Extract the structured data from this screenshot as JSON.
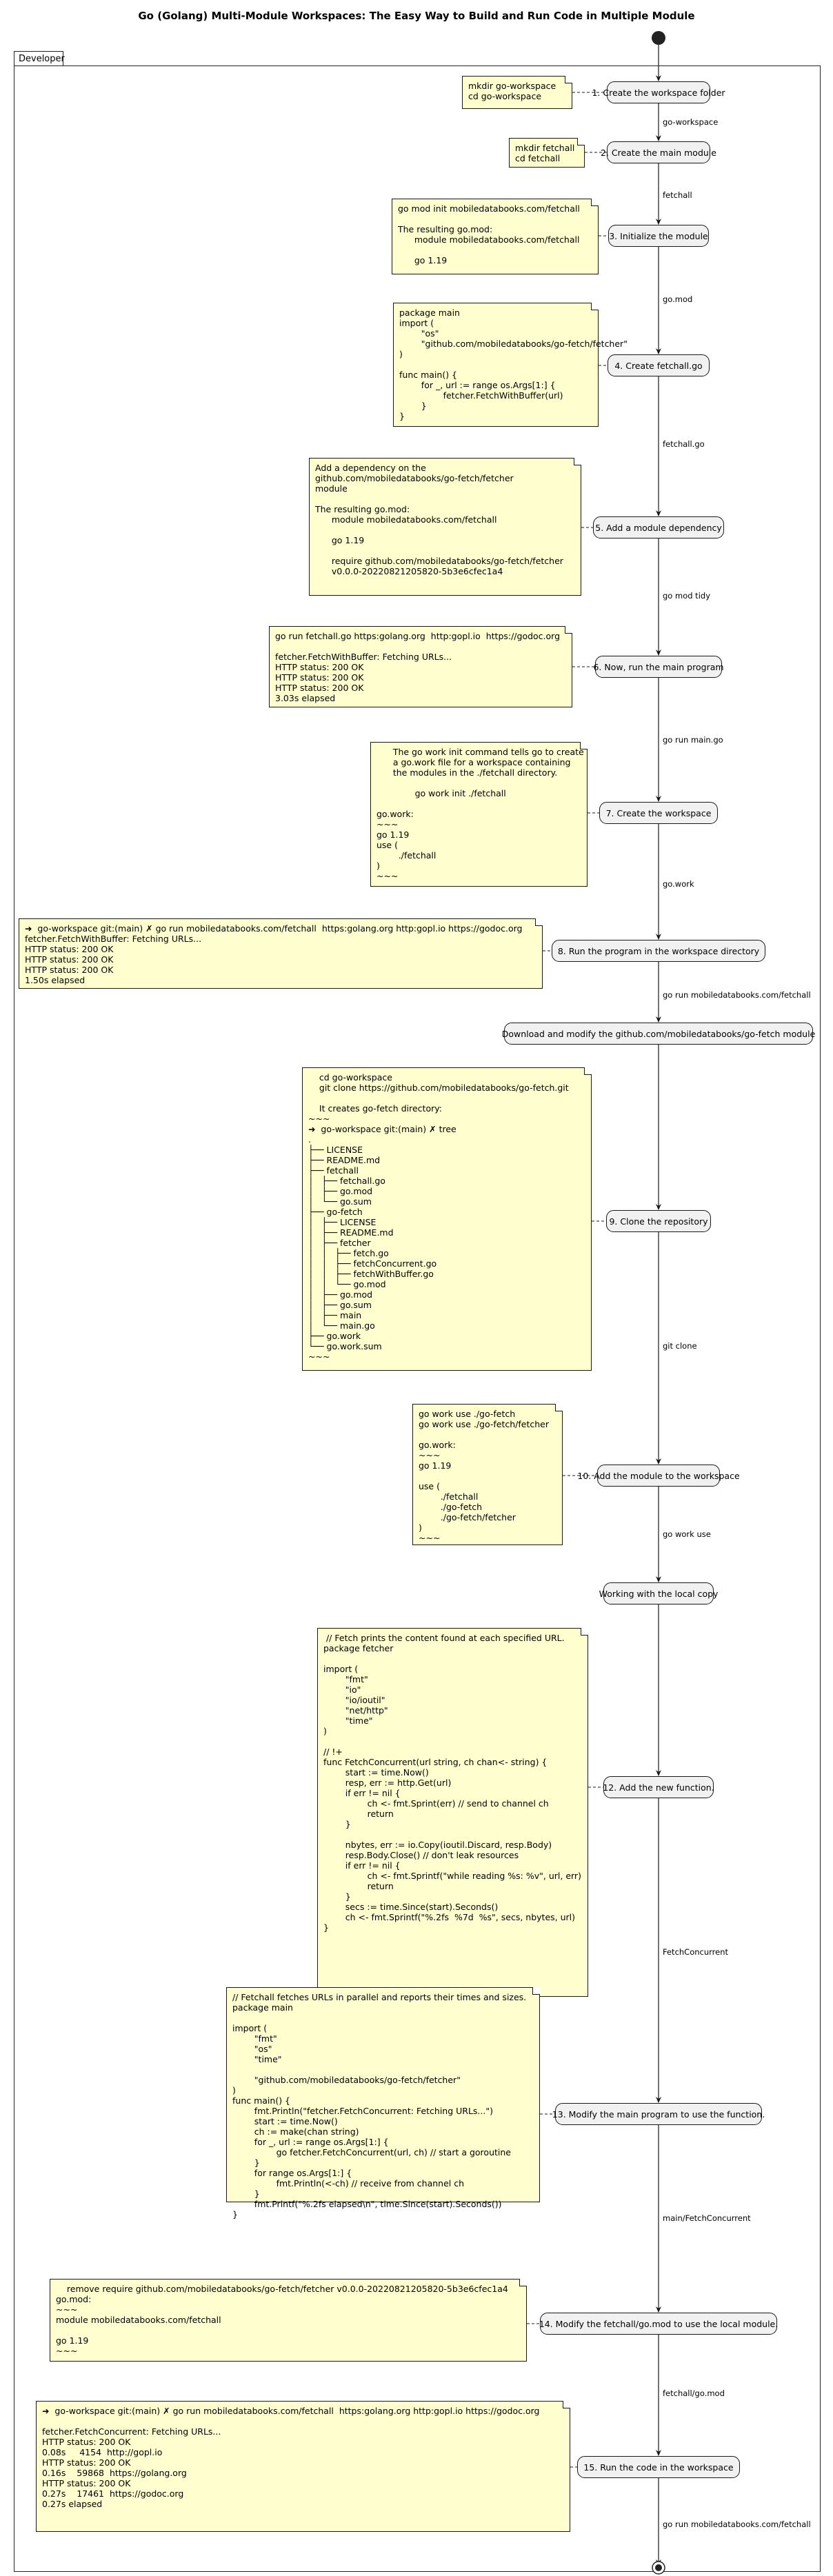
{
  "title": "Go (Golang) Multi-Module Workspaces: The Easy Way to Build and Run Code in Multiple Module",
  "lane": "Developer",
  "steps": [
    {
      "label": "1. Create the workspace folder",
      "note": "mkdir go-workspace\ncd go-workspace",
      "edge": "go-workspace"
    },
    {
      "label": "2. Create the main module",
      "note": "mkdir fetchall\ncd fetchall",
      "edge": "fetchall"
    },
    {
      "label": "3. Initialize the module",
      "note": "go mod init mobiledatabooks.com/fetchall\n\nThe resulting go.mod:\n      module mobiledatabooks.com/fetchall\n\n      go 1.19",
      "edge": "go.mod"
    },
    {
      "label": "4. Create fetchall.go",
      "note": "package main\nimport (\n        \"os\"\n        \"github.com/mobiledatabooks/go-fetch/fetcher\"\n)\n\nfunc main() {\n        for _, url := range os.Args[1:] {\n                fetcher.FetchWithBuffer(url)\n        }\n}",
      "edge": "fetchall.go"
    },
    {
      "label": "5. Add a module dependency",
      "note": "Add a dependency on the\ngithub.com/mobiledatabooks/go-fetch/fetcher\nmodule\n\nThe resulting go.mod:\n      module mobiledatabooks.com/fetchall\n\n      go 1.19\n\n      require github.com/mobiledatabooks/go-fetch/fetcher\n      v0.0.0-20220821205820-5b3e6cfec1a4",
      "edge": "go mod tidy"
    },
    {
      "label": "6. Now, run the main program",
      "note": "go run fetchall.go https:golang.org  http:gopl.io  https://godoc.org\n\nfetcher.FetchWithBuffer: Fetching URLs...\nHTTP status: 200 OK\nHTTP status: 200 OK\nHTTP status: 200 OK\n3.03s elapsed",
      "edge": "go run main.go"
    },
    {
      "label": "7. Create the workspace",
      "note": "      The go work init command tells go to create\n      a go.work file for a workspace containing\n      the modules in the ./fetchall directory.\n\n              go work init ./fetchall\n\ngo.work:\n~~~\ngo 1.19\nuse (\n        ./fetchall\n)\n~~~",
      "edge": "go.work"
    },
    {
      "label": "8. Run the program in the workspace directory",
      "note": "➜  go-workspace git:(main) ✗ go run mobiledatabooks.com/fetchall  https:golang.org http:gopl.io https://godoc.org\nfetcher.FetchWithBuffer: Fetching URLs...\nHTTP status: 200 OK\nHTTP status: 200 OK\nHTTP status: 200 OK\n1.50s elapsed",
      "edge": "go run mobiledatabooks.com/fetchall"
    },
    {
      "label": "Download and modify the github.com/mobiledatabooks/go-fetch module",
      "note": "",
      "edge": ""
    },
    {
      "label": "9. Clone the repository",
      "note": "    cd go-workspace\n    git clone https://github.com/mobiledatabooks/go-fetch.git\n\n    It creates go-fetch directory:\n~~~\n➜  go-workspace git:(main) ✗ tree\n.\n├── LICENSE\n├── README.md\n├── fetchall\n│   ├── fetchall.go\n│   ├── go.mod\n│   └── go.sum\n├── go-fetch\n│   ├── LICENSE\n│   ├── README.md\n│   ├── fetcher\n│   │   ├── fetch.go\n│   │   ├── fetchConcurrent.go\n│   │   ├── fetchWithBuffer.go\n│   │   └── go.mod\n│   ├── go.mod\n│   ├── go.sum\n│   ├── main\n│   └── main.go\n├── go.work\n└── go.work.sum\n~~~",
      "edge": "git clone"
    },
    {
      "label": "10. Add the module to the workspace",
      "note": "go work use ./go-fetch\ngo work use ./go-fetch/fetcher\n\ngo.work:\n~~~\ngo 1.19\n\nuse (\n        ./fetchall\n        ./go-fetch\n        ./go-fetch/fetcher\n)\n~~~",
      "edge": "go work use"
    },
    {
      "label": "Working with the local copy",
      "note": "",
      "edge": ""
    },
    {
      "label": "12. Add the new function.",
      "note": " // Fetch prints the content found at each specified URL.\npackage fetcher\n\nimport (\n        \"fmt\"\n        \"io\"\n        \"io/ioutil\"\n        \"net/http\"\n        \"time\"\n)\n\n// !+\nfunc FetchConcurrent(url string, ch chan<- string) {\n        start := time.Now()\n        resp, err := http.Get(url)\n        if err != nil {\n                ch <- fmt.Sprint(err) // send to channel ch\n                return\n        }\n\n        nbytes, err := io.Copy(ioutil.Discard, resp.Body)\n        resp.Body.Close() // don't leak resources\n        if err != nil {\n                ch <- fmt.Sprintf(\"while reading %s: %v\", url, err)\n                return\n        }\n        secs := time.Since(start).Seconds()\n        ch <- fmt.Sprintf(\"%.2fs  %7d  %s\", secs, nbytes, url)\n}",
      "edge": "FetchConcurrent"
    },
    {
      "label": "13. Modify the main program to use the function.",
      "note": "// Fetchall fetches URLs in parallel and reports their times and sizes.\npackage main\n\nimport (\n        \"fmt\"\n        \"os\"\n        \"time\"\n\n        \"github.com/mobiledatabooks/go-fetch/fetcher\"\n)\nfunc main() {\n        fmt.Println(\"fetcher.FetchConcurrent: Fetching URLs...\")\n        start := time.Now()\n        ch := make(chan string)\n        for _, url := range os.Args[1:] {\n                go fetcher.FetchConcurrent(url, ch) // start a goroutine\n        }\n        for range os.Args[1:] {\n                fmt.Println(<-ch) // receive from channel ch\n        }\n        fmt.Printf(\"%.2fs elapsed\\n\", time.Since(start).Seconds())\n}",
      "edge": "main/FetchConcurrent"
    },
    {
      "label": "14. Modify the fetchall/go.mod to use the local module.",
      "note": "    remove require github.com/mobiledatabooks/go-fetch/fetcher v0.0.0-20220821205820-5b3e6cfec1a4\ngo.mod:\n~~~\nmodule mobiledatabooks.com/fetchall\n\ngo 1.19\n~~~",
      "edge": "fetchall/go.mod"
    },
    {
      "label": "15. Run the code in the workspace",
      "note": "➜  go-workspace git:(main) ✗ go run mobiledatabooks.com/fetchall  https:golang.org http:gopl.io https://godoc.org\n\nfetcher.FetchConcurrent: Fetching URLs...\nHTTP status: 200 OK\n0.08s     4154  http://gopl.io\nHTTP status: 200 OK\n0.16s    59868  https://golang.org\nHTTP status: 200 OK\n0.27s    17461  https://godoc.org\n0.27s elapsed",
      "edge": "go run mobiledatabooks.com/fetchall"
    }
  ]
}
